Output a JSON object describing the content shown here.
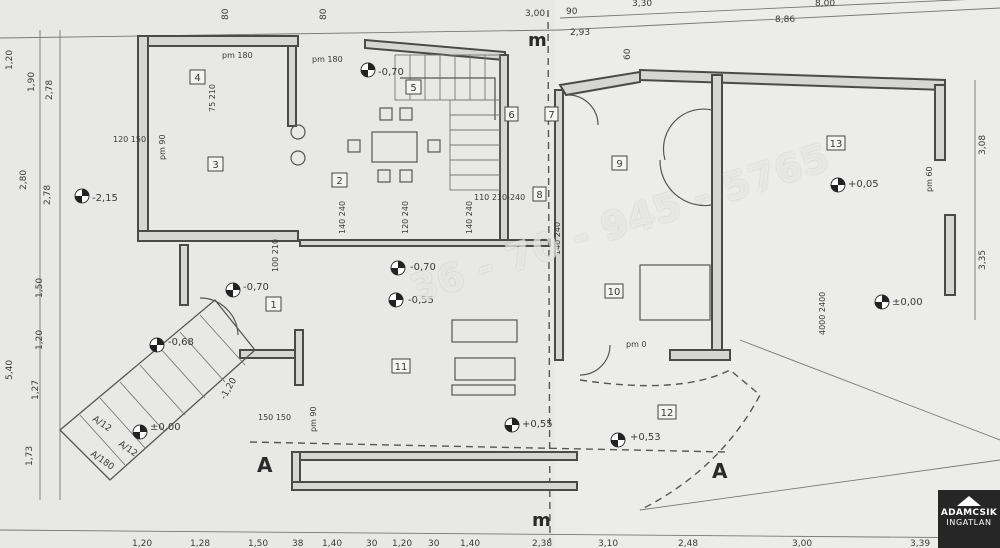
{
  "rooms": [
    "1",
    "2",
    "3",
    "4",
    "5",
    "6",
    "7",
    "8",
    "9",
    "10",
    "11",
    "12",
    "13"
  ],
  "elevations": [
    "-0,70",
    "-2,15",
    "-0,70",
    "-0,70",
    "-0,55",
    "-0,68",
    "±0,00",
    "+0,55",
    "+0,53",
    "+0,05",
    "±0,00"
  ],
  "dims_top": [
    "80",
    "80",
    "60",
    "3,00",
    "90",
    "2,93",
    "3,30",
    "8,00",
    "8,86"
  ],
  "dims_bottom": [
    "1,20",
    "1,28",
    "1,50",
    "38",
    "1,40",
    "30",
    "1,20",
    "30",
    "1,40",
    "2,38",
    "3,10",
    "2,48",
    "3,00",
    "3,39"
  ],
  "dims_left": [
    "1,20",
    "1,90",
    "2,78",
    "2,80",
    "2,78",
    "1,50",
    "1,20",
    "5,40",
    "1,27",
    "1,73"
  ],
  "dims_right": [
    "3,08",
    "3,35"
  ],
  "openings": [
    "pm 180",
    "pm 180",
    "75 210",
    "120 150",
    "pm 90",
    "140 240",
    "120 240",
    "140 240",
    "110 210-240",
    "100 210",
    "150 150",
    "pm 90",
    "pm 0",
    "140 240",
    "4000 2400",
    "pm 60"
  ],
  "section_marks": [
    "A",
    "A",
    "m",
    "m"
  ],
  "stair_labels": [
    "A/12",
    "A/12",
    "A/180",
    "-1,20"
  ],
  "watermark": "36 - 70 - 945 - 5765",
  "logo": {
    "brand": "ADAMCSIK",
    "sub": "INGATLAN"
  }
}
